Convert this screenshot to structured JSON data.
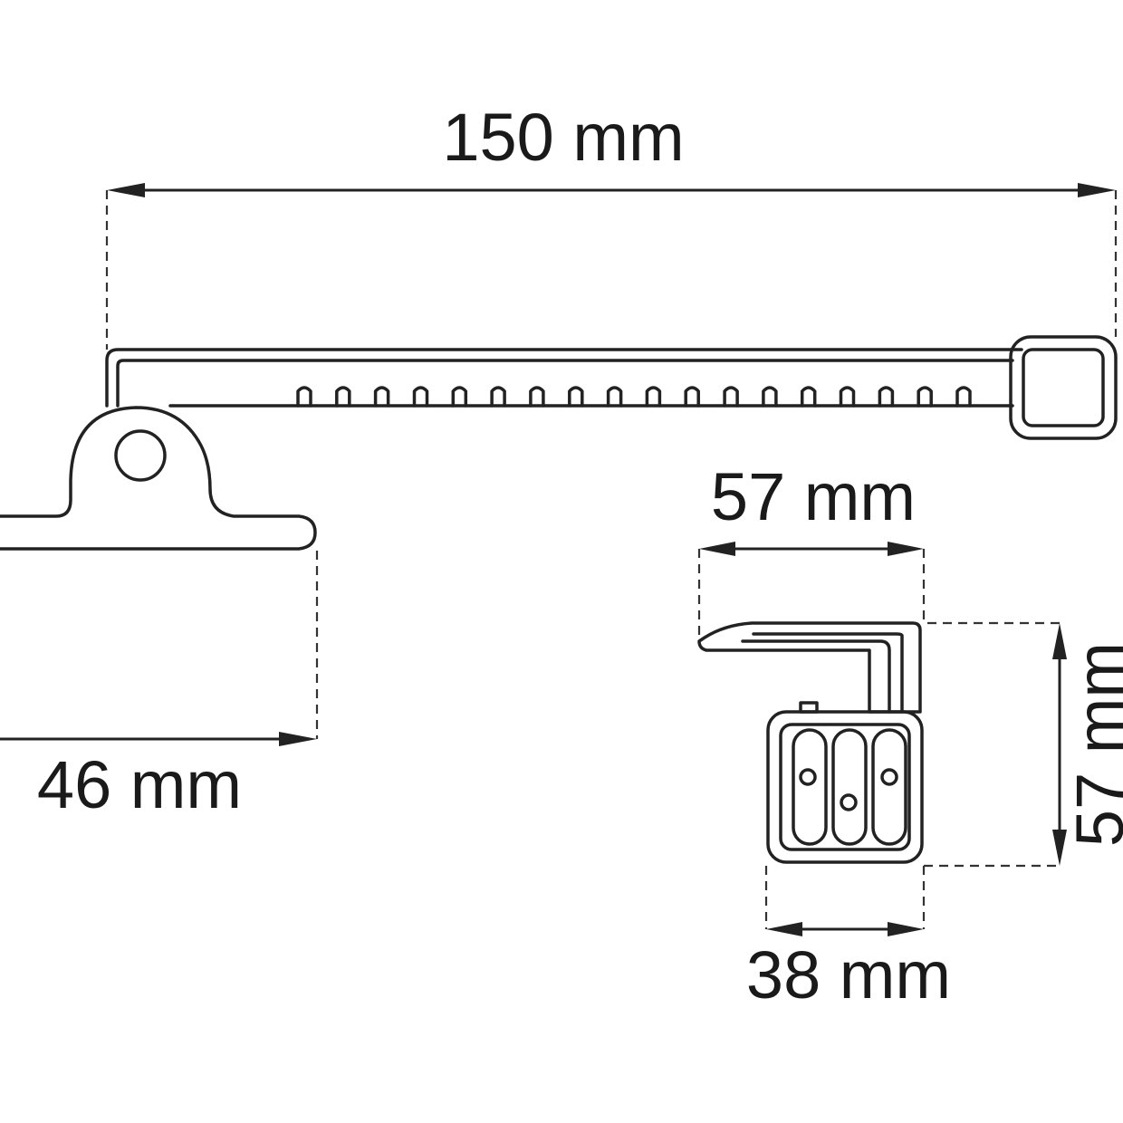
{
  "dimensions": {
    "total_length": "150 mm",
    "foot_length": "46 mm",
    "bracket_width": "57 mm",
    "bracket_height": "57 mm",
    "bracket_base": "38 mm"
  },
  "colors": {
    "line": "#222222",
    "background": "#ffffff"
  }
}
